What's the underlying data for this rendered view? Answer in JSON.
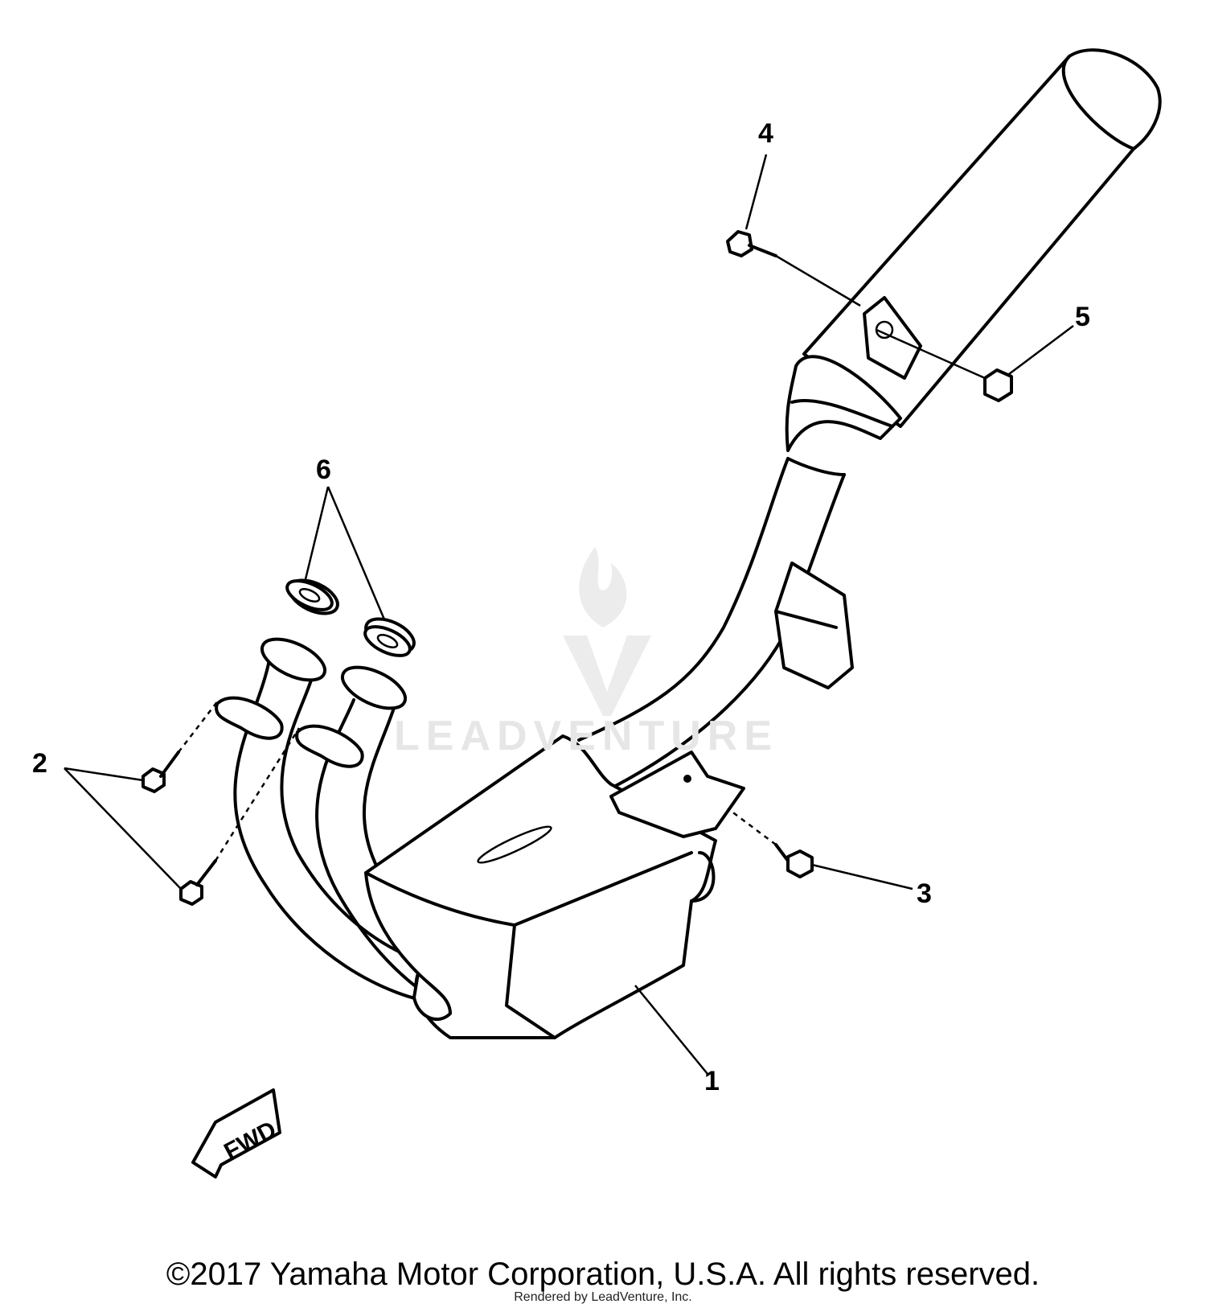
{
  "diagram": {
    "callouts": [
      "1",
      "2",
      "3",
      "4",
      "5",
      "6"
    ],
    "direction_arrow": "FWD",
    "watermark": "LEADVENTURE",
    "copyright": "©2017 Yamaha Motor Corporation, U.S.A. All rights reserved.",
    "rendered_by": "Rendered by LeadVenture, Inc."
  }
}
